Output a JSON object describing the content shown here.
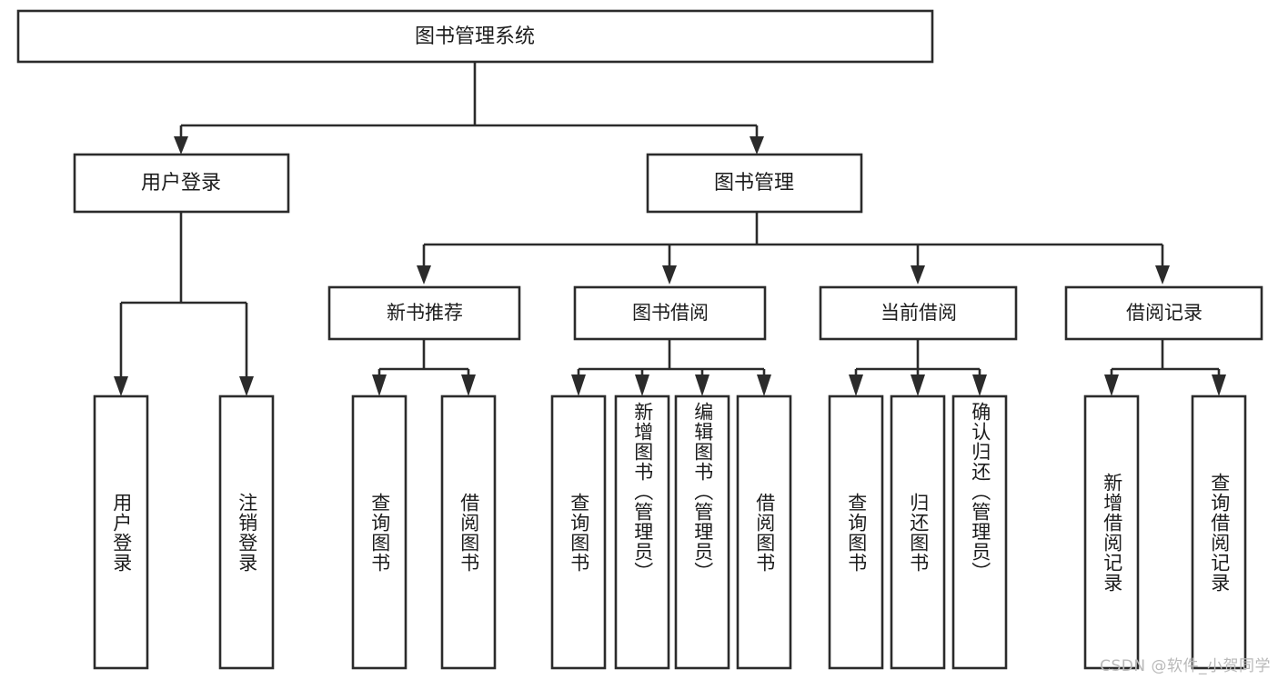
{
  "diagram": {
    "title_node": {
      "label": "图书管理系统"
    },
    "level2": [
      {
        "id": "user-login",
        "label": "用户登录"
      },
      {
        "id": "book-manage",
        "label": "图书管理"
      }
    ],
    "level3": [
      {
        "id": "new-book-recommend",
        "label": "新书推荐"
      },
      {
        "id": "book-borrow",
        "label": "图书借阅"
      },
      {
        "id": "current-borrow",
        "label": "当前借阅"
      },
      {
        "id": "borrow-record",
        "label": "借阅记录"
      }
    ],
    "leaves": [
      {
        "id": "leaf-user-login",
        "label": "用户登录"
      },
      {
        "id": "leaf-logout-login",
        "label": "注销登录"
      },
      {
        "id": "leaf-query-book-1",
        "label": "查询图书"
      },
      {
        "id": "leaf-borrow-book-1",
        "label": "借阅图书"
      },
      {
        "id": "leaf-query-book-2",
        "label": "查询图书"
      },
      {
        "id": "leaf-add-book",
        "label": "新增图书（管理员）"
      },
      {
        "id": "leaf-edit-book",
        "label": "编辑图书（管理员）"
      },
      {
        "id": "leaf-borrow-book-2",
        "label": "借阅图书"
      },
      {
        "id": "leaf-query-book-3",
        "label": "查询图书"
      },
      {
        "id": "leaf-return-book",
        "label": "归还图书"
      },
      {
        "id": "leaf-confirm-return",
        "label": "确认归还（管理员）"
      },
      {
        "id": "leaf-add-record",
        "label": "新增借阅记录"
      },
      {
        "id": "leaf-query-record",
        "label": "查询借阅记录"
      }
    ],
    "watermark": "CSDN @软件_小贺同学",
    "colors": {
      "stroke": "#2b2b2b",
      "fill": "#ffffff",
      "text": "#1c1c1c",
      "watermark": "#b9b9b9"
    }
  }
}
